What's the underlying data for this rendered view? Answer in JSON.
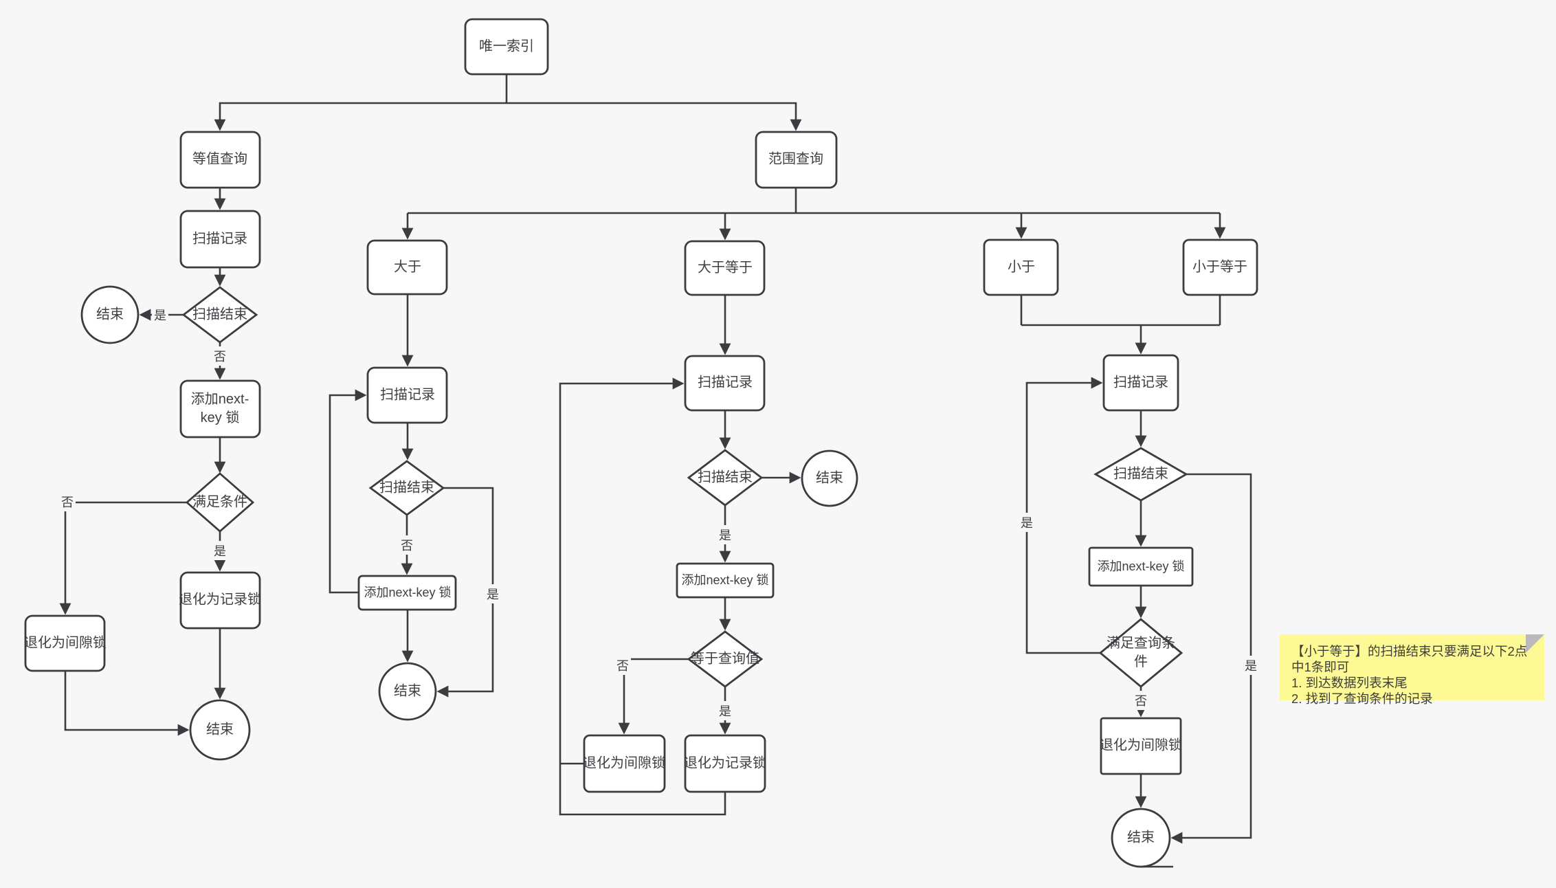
{
  "canvas": {
    "background": "#f7f7f8",
    "line_color": "#3c3c40",
    "node_fill": "#ffffff",
    "node_text_color": "#3f3f44",
    "note_bg": "#fdfa96",
    "note_fold_color": "#b9b9be"
  },
  "nodes": {
    "unique_index": {
      "label": "唯一索引"
    },
    "eq_query": {
      "label": "等值查询"
    },
    "eq_scan": {
      "label": "扫描记录"
    },
    "eq_scan_end": {
      "label": "扫描结束"
    },
    "eq_end_top": {
      "label": "结束"
    },
    "eq_addlock": {
      "label": "添加next-\nkey 锁"
    },
    "eq_cond": {
      "label": "满足条件"
    },
    "eq_record_lock": {
      "label": "退化为记录锁"
    },
    "eq_gap_lock": {
      "label": "退化为间隙锁"
    },
    "eq_end_bottom": {
      "label": "结束"
    },
    "range_query": {
      "label": "范围查询"
    },
    "gt": {
      "label": "大于"
    },
    "gt_scan": {
      "label": "扫描记录"
    },
    "gt_scan_end": {
      "label": "扫描结束"
    },
    "gt_addlock": {
      "label": "添加next-key 锁"
    },
    "gt_end": {
      "label": "结束"
    },
    "gte": {
      "label": "大于等于"
    },
    "gte_scan": {
      "label": "扫描记录"
    },
    "gte_scan_end": {
      "label": "扫描结束"
    },
    "gte_end": {
      "label": "结束"
    },
    "gte_addlock": {
      "label": "添加next-key 锁"
    },
    "gte_eq_value": {
      "label": "等于查询值"
    },
    "gte_gap_lock": {
      "label": "退化为间隙锁"
    },
    "gte_record_lock": {
      "label": "退化为记录锁"
    },
    "lt": {
      "label": "小于"
    },
    "lte": {
      "label": "小于等于"
    },
    "lt_scan": {
      "label": "扫描记录"
    },
    "lt_scan_end": {
      "label": "扫描结束"
    },
    "lt_addlock": {
      "label": "添加next-key 锁"
    },
    "lt_cond": {
      "label": "满足查询条\n件"
    },
    "lt_gap_lock": {
      "label": "退化为间隙锁"
    },
    "lt_end": {
      "label": "结束"
    }
  },
  "edge_labels": {
    "eq_yes_end": {
      "label": "是"
    },
    "eq_no_down": {
      "label": "否"
    },
    "eq_cond_no": {
      "label": "否"
    },
    "eq_cond_yes": {
      "label": "是"
    },
    "gt_no_down": {
      "label": "否"
    },
    "gt_yes_right": {
      "label": "是"
    },
    "gte_yes_down": {
      "label": "是"
    },
    "gte_val_no": {
      "label": "否"
    },
    "gte_val_yes": {
      "label": "是"
    },
    "lt_cond_yes": {
      "label": "是"
    },
    "lt_cond_no": {
      "label": "否"
    },
    "lt_yes_right": {
      "label": "是"
    }
  },
  "note": {
    "line1": "【小于等于】的扫描结束只要满足以下2点中1条即可",
    "line2": "1. 到达数据列表末尾",
    "line3": "2. 找到了查询条件的记录"
  }
}
